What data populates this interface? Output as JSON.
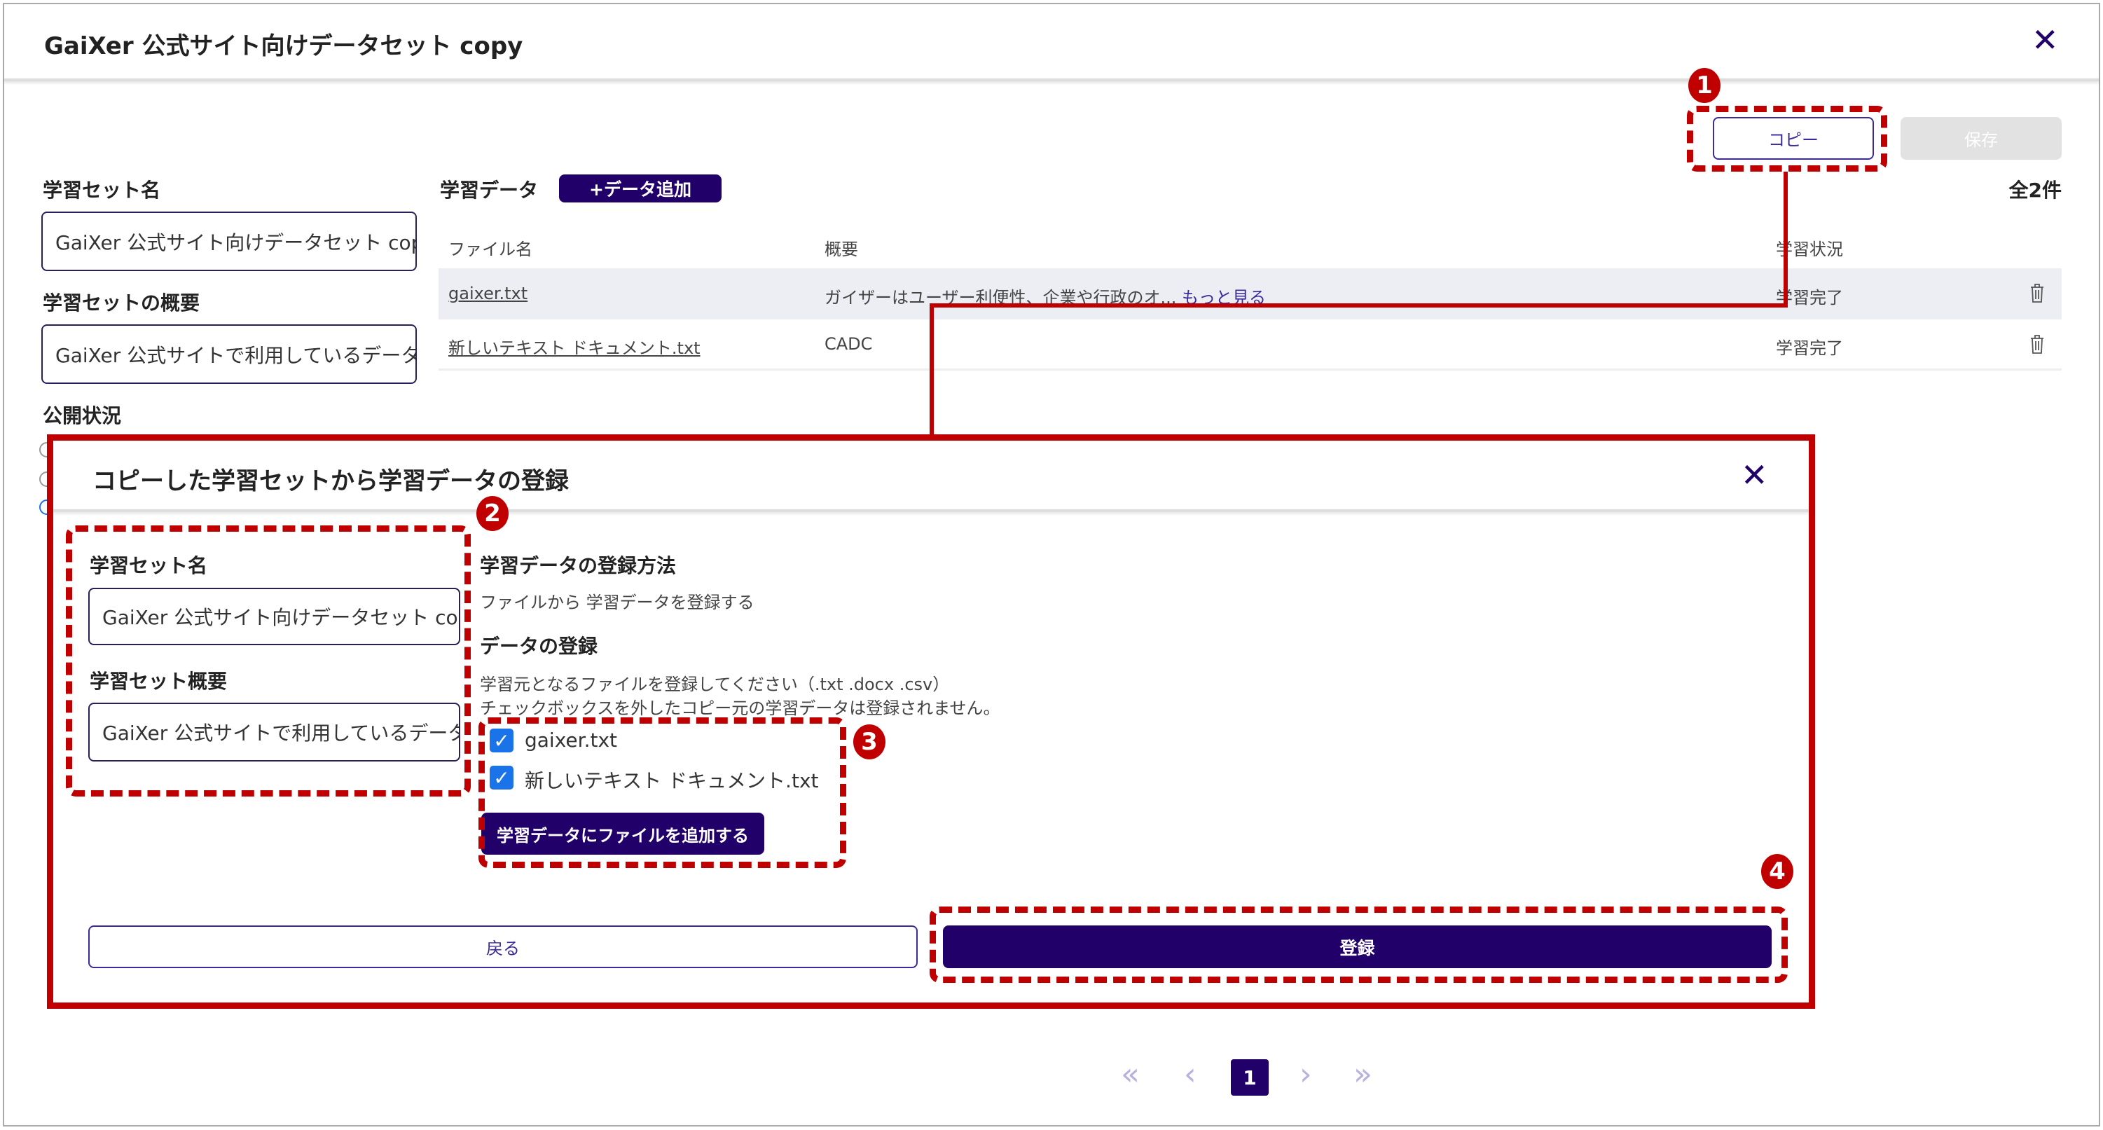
{
  "dialog": {
    "title": "GaiXer 公式サイト向けデータセット copy",
    "close": "✕"
  },
  "toolbar": {
    "copy_label": "コピー",
    "save_label": "保存",
    "total": "全2件"
  },
  "form": {
    "name_label": "学習セット名",
    "name_value": "GaiXer 公式サイト向けデータセット copy",
    "summary_label": "学習セットの概要",
    "summary_value": "GaiXer 公式サイトで利用しているデータ",
    "status_label": "公開状況"
  },
  "data": {
    "label": "学習データ",
    "add_label": "+データ追加",
    "columns": [
      "ファイル名",
      "概要",
      "学習状況"
    ],
    "rows": [
      {
        "file": "gaixer.txt",
        "summary": "ガイザーはユーザー利便性、企業や行政のオ...",
        "more": "もっと見る",
        "status": "学習完了"
      },
      {
        "file": "新しいテキスト ドキュメント.txt",
        "summary": "CADC",
        "more": "",
        "status": "学習完了"
      }
    ]
  },
  "modal": {
    "title": "コピーした学習セットから学習データの登録",
    "close": "✕",
    "name_label": "学習セット名",
    "name_value": "GaiXer 公式サイト向けデータセット copy",
    "summary_label": "学習セット概要",
    "summary_value": "GaiXer 公式サイトで利用しているデータ",
    "method_label": "学習データの登録方法",
    "method_value": "ファイルから 学習データを登録する",
    "register_label": "データの登録",
    "hint1": "学習元となるファイルを登録してください（.txt .docx .csv）",
    "hint2": "チェックボックスを外したコピー元の学習データは登録されません。",
    "files": [
      {
        "name": "gaixer.txt",
        "checked": true
      },
      {
        "name": "新しいテキスト ドキュメント.txt",
        "checked": true
      }
    ],
    "add_file_label": "学習データにファイルを追加する",
    "back_label": "戻る",
    "submit_label": "登録"
  },
  "pagination": {
    "first": "«",
    "prev": "‹",
    "current": "1",
    "next": "›",
    "last": "»"
  },
  "annotations": {
    "b1": "1",
    "b2": "2",
    "b3": "3",
    "b4": "4"
  },
  "colors": {
    "primary": "#22006a",
    "annotation": "#c00000"
  }
}
